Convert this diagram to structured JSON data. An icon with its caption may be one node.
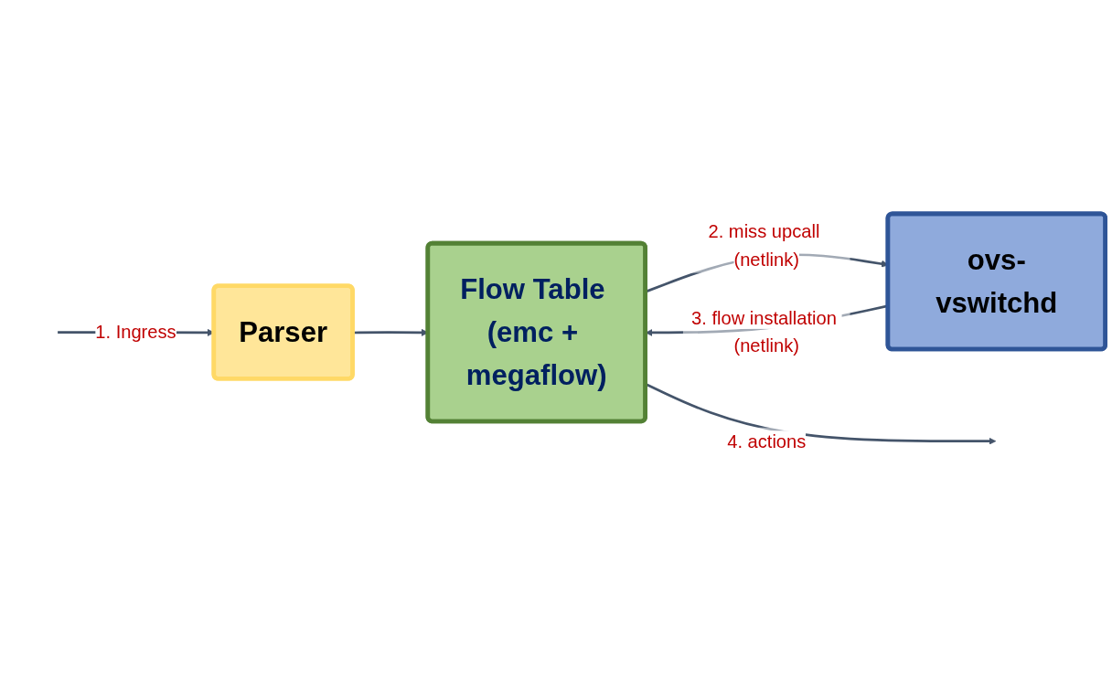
{
  "diagram": {
    "nodes": [
      {
        "text": [
          "ovs-vswitchd"
        ]
      },
      {
        "text": [
          "Parser"
        ]
      },
      {
        "text": [
          "Flow Table (emc + megaflow)"
        ]
      }
    ],
    "edges": [
      {
        "from": null,
        "to": 1,
        "arrow": "to",
        "label": "1. Ingress"
      },
      {
        "from": 1,
        "to": 2,
        "arrow": "to"
      },
      {
        "from": 2,
        "to": 0,
        "arrow": "to",
        "label": "2. miss upcall (netlink)"
      },
      {
        "from": 0,
        "to": 2,
        "arrow": "to",
        "label": "3. flow installation (netlink)"
      },
      {
        "from": 2,
        "to": null,
        "arrow": "to",
        "label": "4. actions"
      }
    ]
  }
}
